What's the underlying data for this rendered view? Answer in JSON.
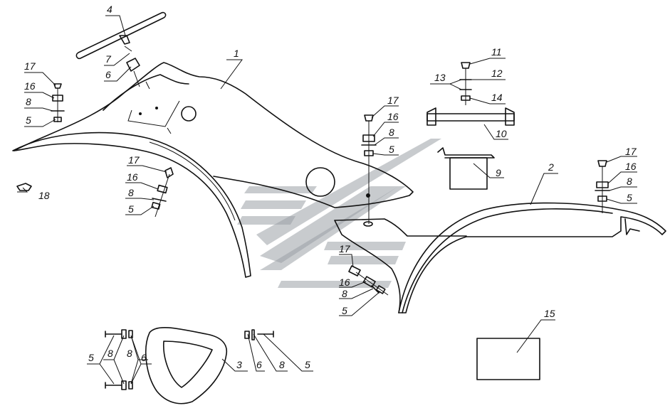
{
  "labels": {
    "l1": "1",
    "l2": "2",
    "l3": "3",
    "l4": "4",
    "l5": "5",
    "l6": "6",
    "l7": "7",
    "l8": "8",
    "l9": "9",
    "l10": "10",
    "l11": "11",
    "l12": "12",
    "l13": "13",
    "l14": "14",
    "l15": "15",
    "l16": "16",
    "l17": "17",
    "l18": "18"
  },
  "colors": {
    "line": "#111111",
    "watermark": "#9aa0a6",
    "background": "#ffffff"
  }
}
